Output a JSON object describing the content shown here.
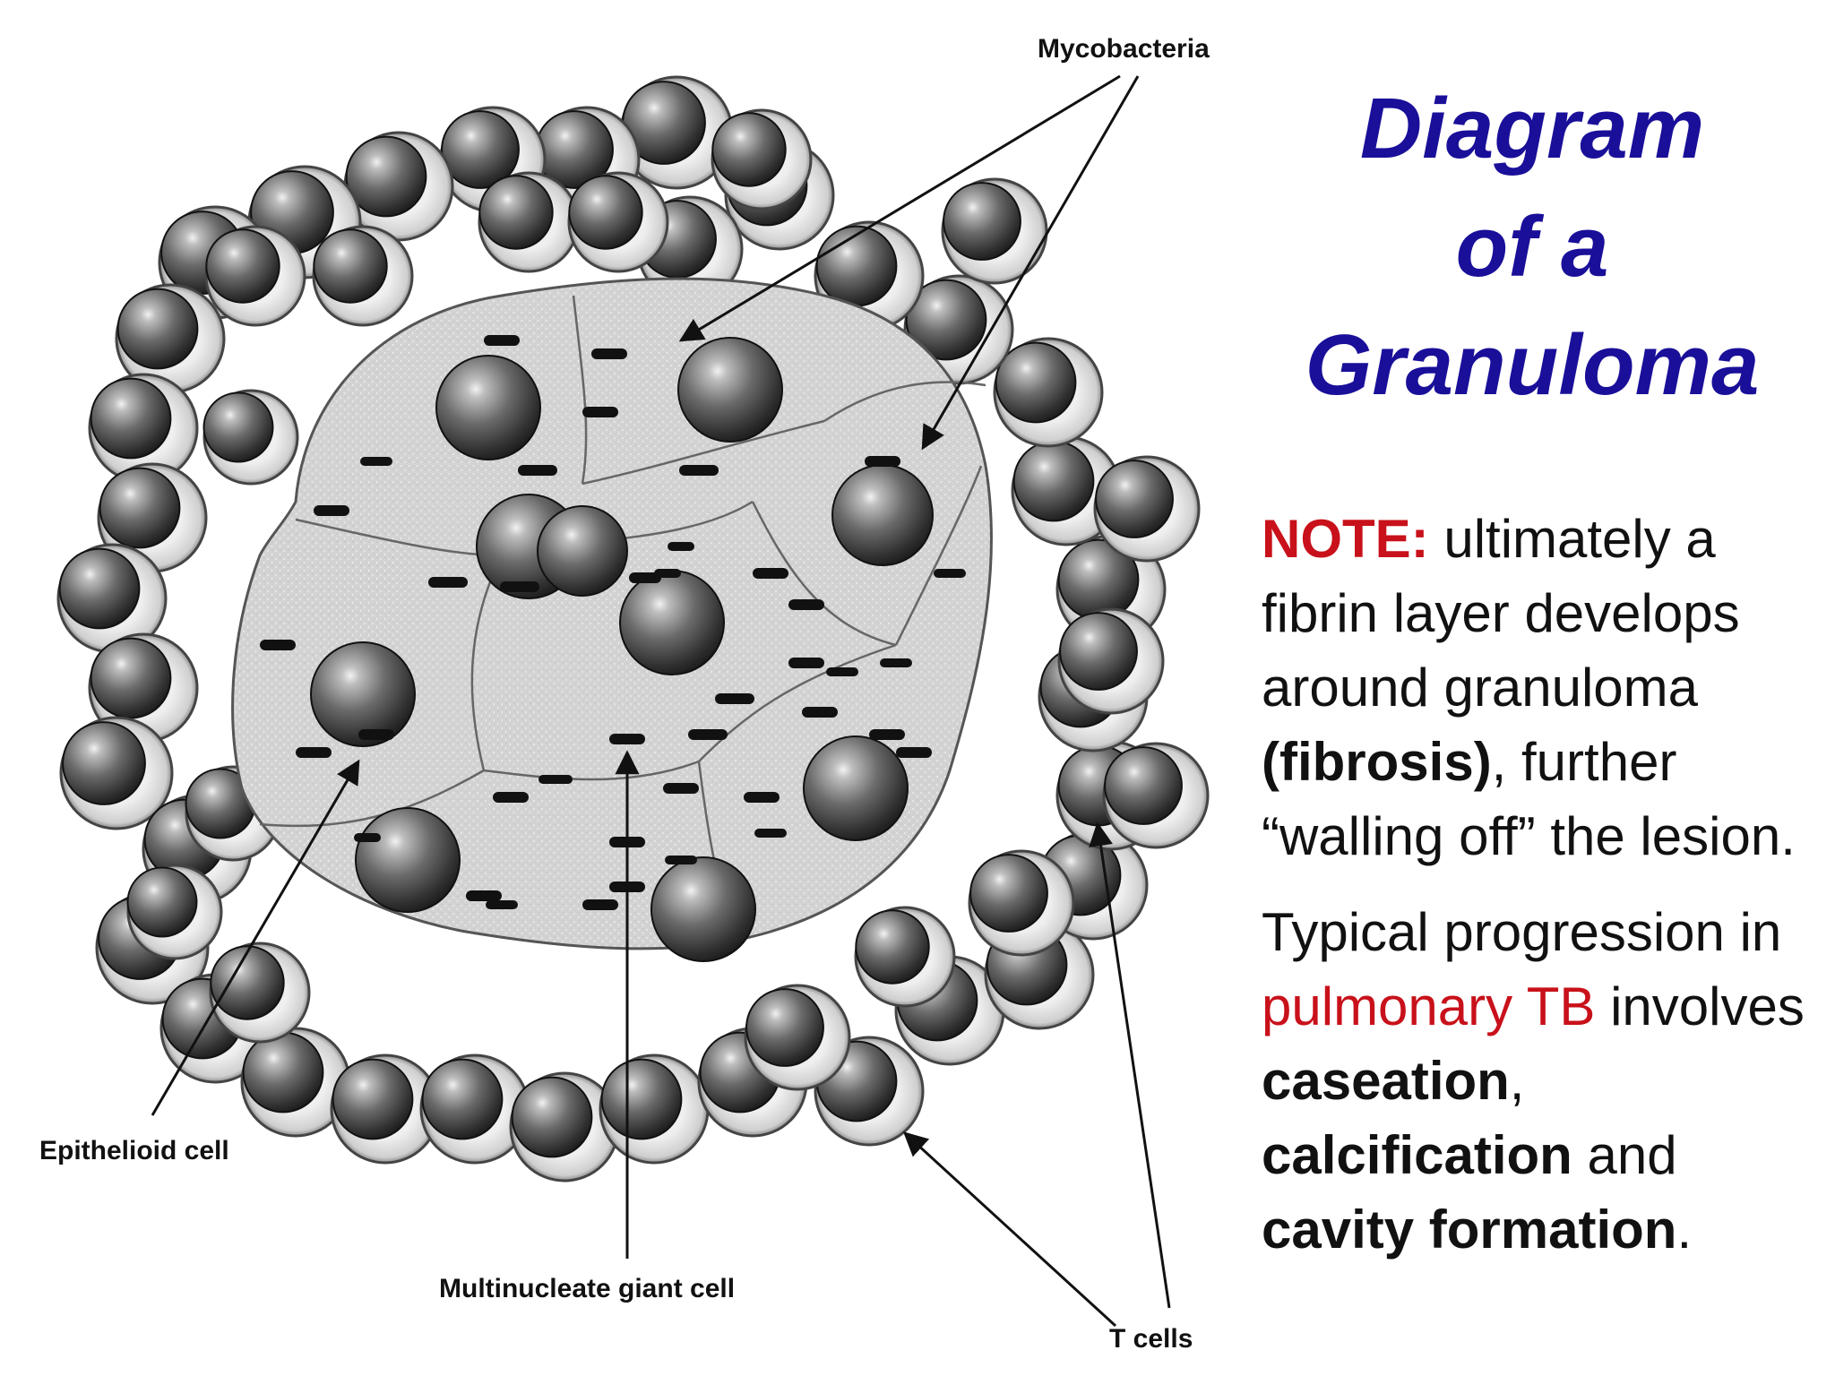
{
  "labels": {
    "mycobacteria": "Mycobacteria",
    "epithelioid": "Epithelioid cell",
    "giant_cell": "Multinucleate giant cell",
    "t_cells": "T cells"
  },
  "title": {
    "line1": "Diagram",
    "line2": "of a",
    "line3": "Granuloma"
  },
  "note": {
    "label": "NOTE:",
    "text_a": " ultimately a fibrin layer develops around granuloma ",
    "bold_a": "(fibrosis)",
    "text_b": ", further “walling off” the lesion."
  },
  "progression": {
    "text_a": "Typical progression in ",
    "highlight": "pulmonary TB",
    "text_b": " involves ",
    "bold_a": "caseation",
    "text_c": ", ",
    "bold_b": "calcification",
    "text_d": " and ",
    "bold_c": "cavity formation",
    "text_e": "."
  },
  "colors": {
    "title": "#1a0f99",
    "note_label": "#c8111a",
    "highlight": "#c8111a",
    "core": "#d2d2d2",
    "membrane": "#808080"
  }
}
